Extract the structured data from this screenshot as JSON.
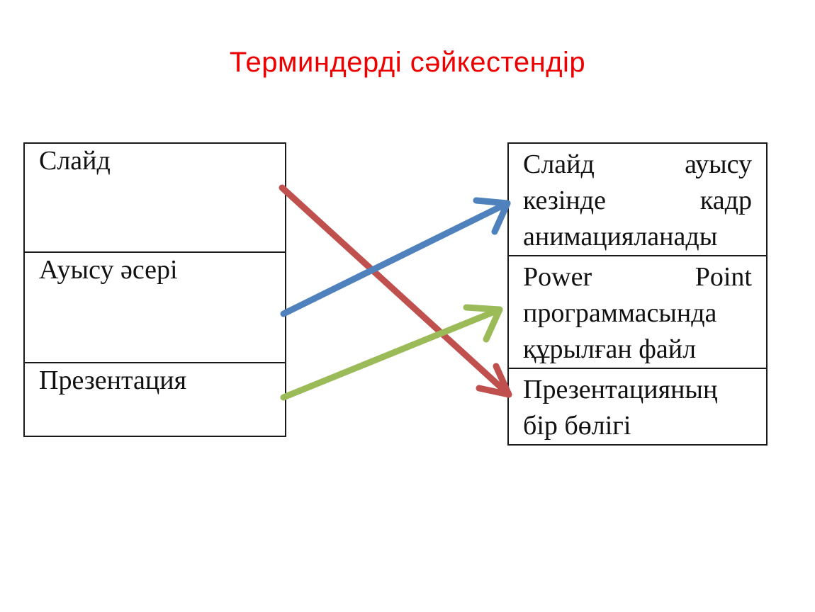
{
  "title": "Терминдерді сәйкестендір",
  "terms": [
    {
      "label": "Слайд"
    },
    {
      "label": "Ауысу әсері"
    },
    {
      "label": "Презентация"
    }
  ],
  "definitions": [
    {
      "lines": [
        "Слайд ауысу",
        "кезінде кадр",
        "анимацияланады"
      ]
    },
    {
      "lines": [
        "Power Point",
        "программасында",
        "құрылған файл"
      ]
    },
    {
      "lines": [
        "Презентацияның",
        "бір бөлігі"
      ]
    }
  ],
  "connections": [
    {
      "from": "Слайд",
      "to": "Презентацияның бір бөлігі",
      "color": "#c0504d"
    },
    {
      "from": "Ауысу әсері",
      "to": "Слайд ауысу кезінде кадр анимацияланады",
      "color": "#4f81bd"
    },
    {
      "from": "Презентация",
      "to": "Power Point программасында құрылған файл",
      "color": "#9bbb59"
    }
  ]
}
